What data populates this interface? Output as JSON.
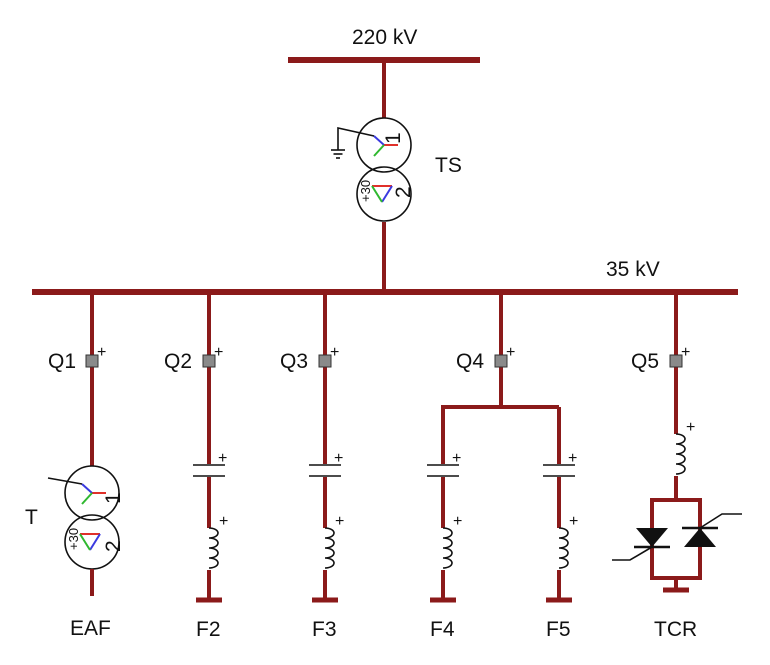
{
  "buses": {
    "hv_label": "220 kV",
    "mv_label": "35 kV"
  },
  "transformers": {
    "ts": {
      "label": "TS",
      "winding1": "1",
      "winding2": "2",
      "phase_shift": "+30"
    },
    "t": {
      "label": "T",
      "winding1": "1",
      "winding2": "2",
      "phase_shift": "+30"
    }
  },
  "breakers": [
    "Q1",
    "Q2",
    "Q3",
    "Q4",
    "Q5"
  ],
  "loads": {
    "eaf": "EAF",
    "f2": "F2",
    "f3": "F3",
    "f4": "F4",
    "f5": "F5",
    "tcr": "TCR"
  },
  "polarity_mark": "+",
  "colors": {
    "wire": "#8b1a1a",
    "breaker": "#8a8a8a",
    "symbol": "#111111",
    "tcr_thyristor": "#111111",
    "star_red": "#e0302a",
    "star_green": "#2fb82f",
    "star_blue": "#3a3ae0"
  }
}
